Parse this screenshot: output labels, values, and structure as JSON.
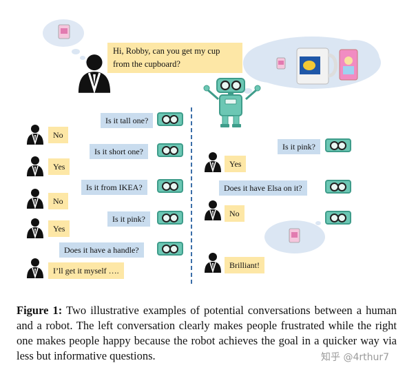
{
  "figure": {
    "top_speech": "Hi, Robby, can you get my cup from the cupboard?",
    "left_conversation": [
      {
        "speaker": "robot",
        "text": "Is it tall one?"
      },
      {
        "speaker": "human",
        "text": "No"
      },
      {
        "speaker": "robot",
        "text": "Is it short one?"
      },
      {
        "speaker": "human",
        "text": "Yes"
      },
      {
        "speaker": "robot",
        "text": "Is it from IKEA?"
      },
      {
        "speaker": "human",
        "text": "No"
      },
      {
        "speaker": "robot",
        "text": "Is it pink?"
      },
      {
        "speaker": "human",
        "text": "Yes"
      },
      {
        "speaker": "robot",
        "text": "Does it have a handle?"
      },
      {
        "speaker": "human",
        "text": "I’ll get it myself …."
      }
    ],
    "right_conversation": [
      {
        "speaker": "robot",
        "text": "Is it pink?"
      },
      {
        "speaker": "human",
        "text": "Yes"
      },
      {
        "speaker": "robot",
        "text": "Does it have Elsa on it?"
      },
      {
        "speaker": "human",
        "text": "No"
      },
      {
        "speaker": "human",
        "text": "Brilliant!"
      }
    ],
    "colors": {
      "human_bubble": "#fde7a6",
      "robot_bubble": "#c9dcee",
      "robot_body": "#6cc7b4",
      "cloud": "#dbe6f3",
      "divider": "#3b6ea8"
    },
    "icons": [
      "person-icon",
      "robot-eyes-icon",
      "robot-icon",
      "thought-cloud-icon",
      "cup-icon"
    ]
  },
  "caption": {
    "label": "Figure 1:",
    "text": "Two illustrative examples of potential conversations between a human and a robot. The left conversation clearly makes people frustrated while the right one makes people happy because the robot achieves the goal in a quicker way via less but informative questions."
  },
  "watermark": "知乎 @4rthur7"
}
